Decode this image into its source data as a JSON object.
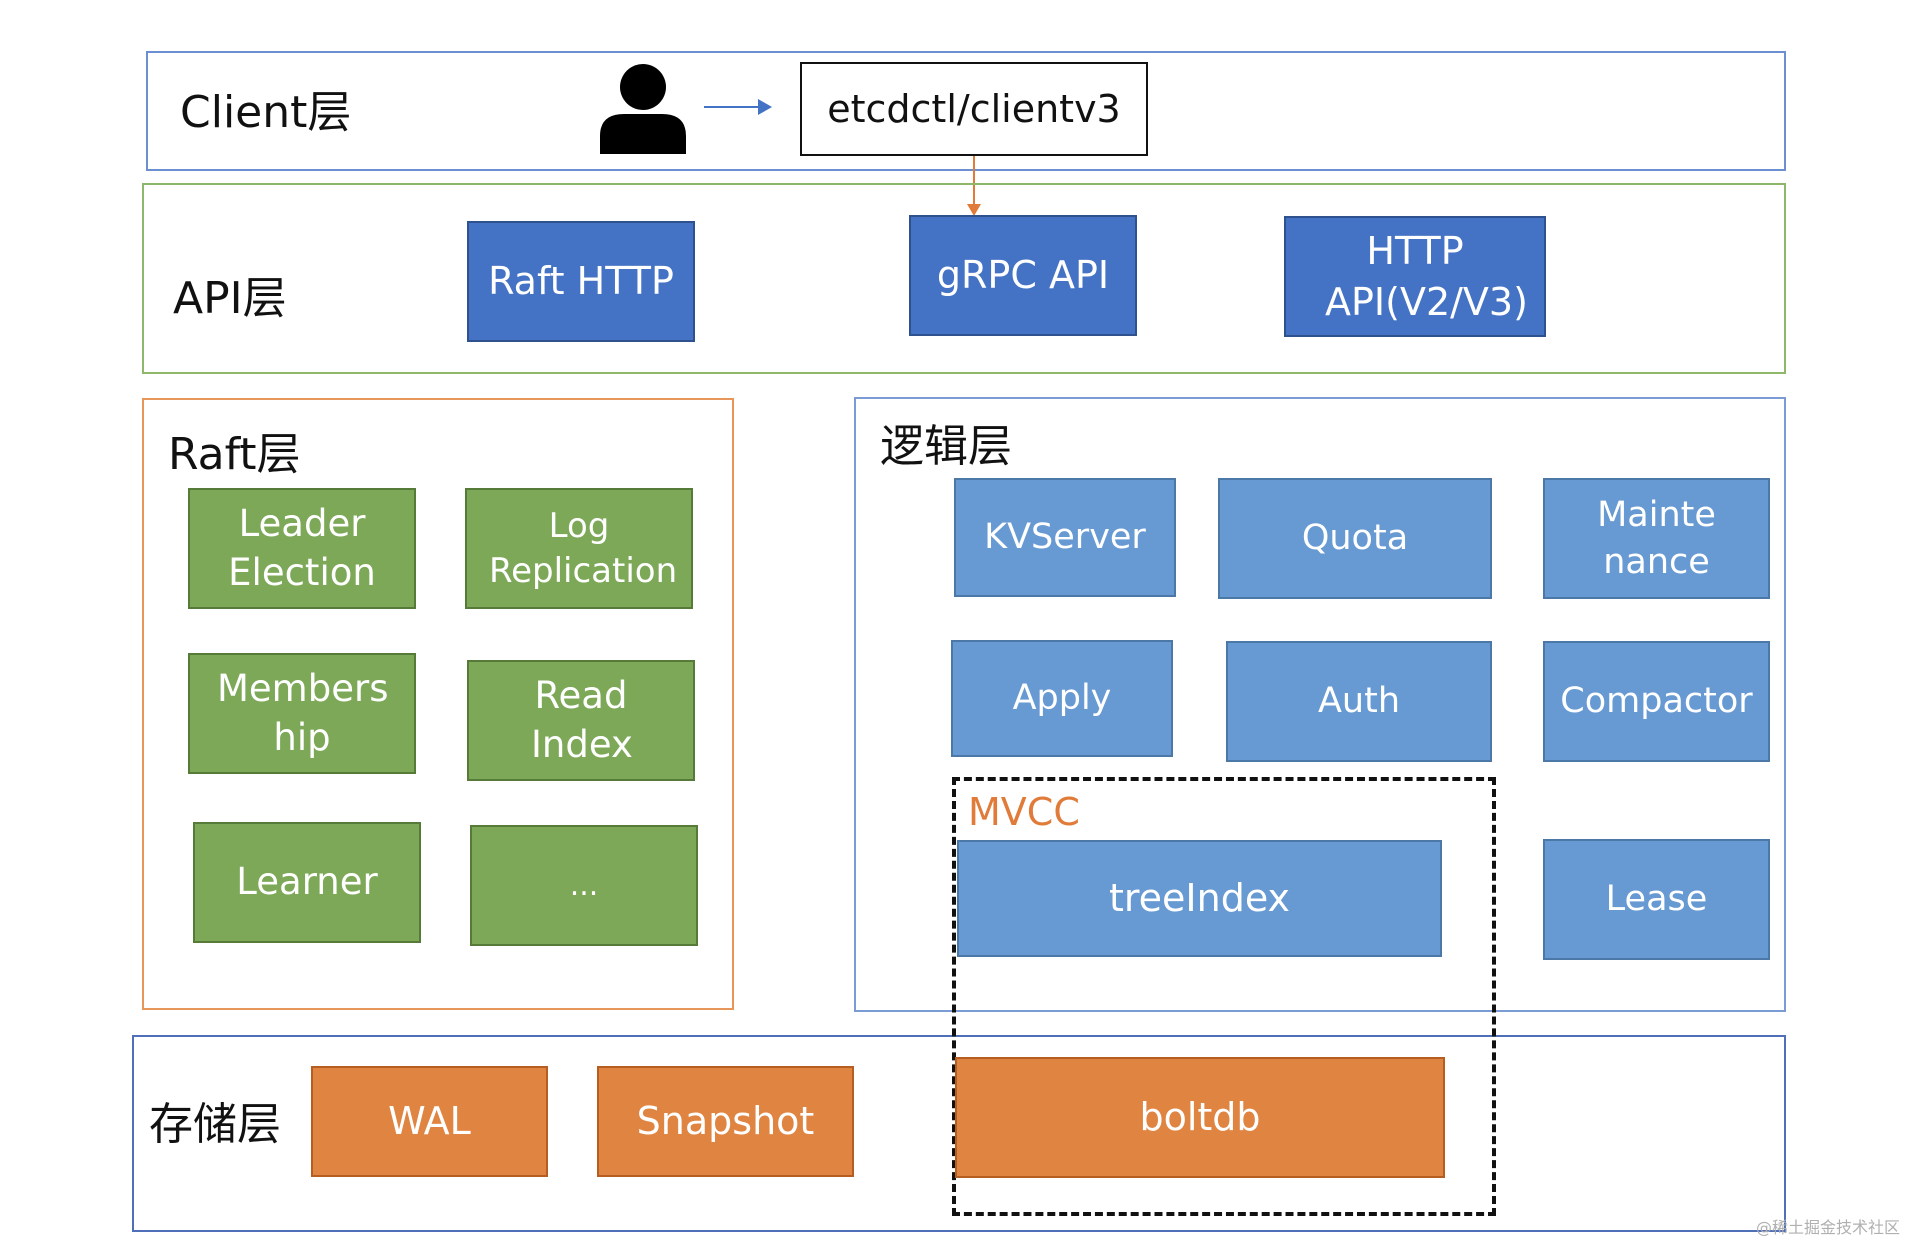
{
  "client_layer": {
    "label": "Client层",
    "client_box": "etcdctl/clientv3"
  },
  "api_layer": {
    "label": "API层",
    "items": [
      "Raft HTTP",
      "gRPC API",
      "HTTP API(V2/V3)"
    ]
  },
  "raft_layer": {
    "label": "Raft层",
    "items": [
      "Leader Election",
      "Log Replication",
      "Members hip",
      "Read Index",
      "Learner",
      "..."
    ]
  },
  "logic_layer": {
    "label": "逻辑层",
    "items": [
      "KVServer",
      "Quota",
      "Mainte nance",
      "Apply",
      "Auth",
      "Compactor",
      "Lease"
    ],
    "mvcc": {
      "label": "MVCC",
      "tree_index": "treeIndex"
    }
  },
  "storage_layer": {
    "label": "存储层",
    "items": [
      "WAL",
      "Snapshot",
      "boltdb"
    ]
  },
  "watermark": "@稀土掘金技术社区",
  "colors": {
    "client_border": "#6b8fd0",
    "api_border": "#8fb76a",
    "raft_border": "#e8955a",
    "logic_border": "#7a9bd3",
    "storage_border": "#4f70b8",
    "mvcc_label": "#e07b39",
    "arrow_blue": "#4472c4",
    "arrow_orange": "#e07b39"
  },
  "icons": {
    "user": "person-icon"
  }
}
